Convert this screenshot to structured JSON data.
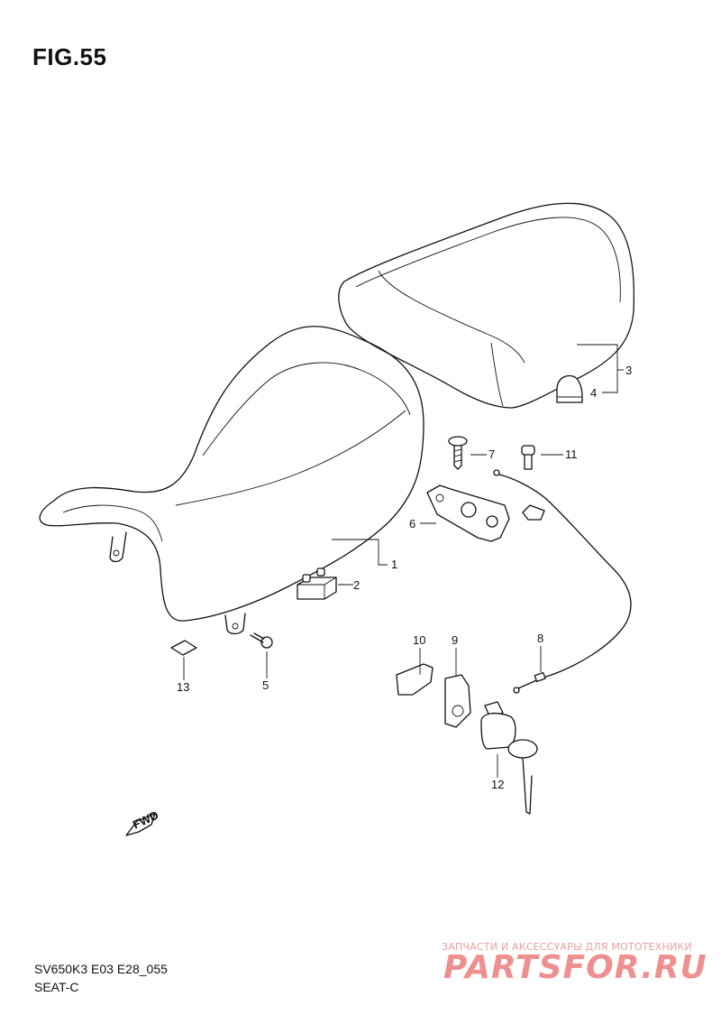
{
  "header": {
    "figure": "FIG.55"
  },
  "footer": {
    "model_code": "SV650K3 E03 E28_055",
    "section": "SEAT-C"
  },
  "watermark": {
    "tagline": "ЗАПЧАСТИ И АКСЕССУАРЫ ДЛЯ МОТОТЕХНИКИ",
    "logo": "PARTSFOR.RU",
    "color": "#ef9090"
  },
  "fwd_label": "FWD",
  "callouts": [
    {
      "id": "1",
      "label": "1"
    },
    {
      "id": "2",
      "label": "2"
    },
    {
      "id": "3",
      "label": "3"
    },
    {
      "id": "4",
      "label": "4"
    },
    {
      "id": "5",
      "label": "5"
    },
    {
      "id": "6",
      "label": "6"
    },
    {
      "id": "7",
      "label": "7"
    },
    {
      "id": "8",
      "label": "8"
    },
    {
      "id": "9",
      "label": "9"
    },
    {
      "id": "10",
      "label": "10"
    },
    {
      "id": "11",
      "label": "11"
    },
    {
      "id": "12",
      "label": "12"
    },
    {
      "id": "13",
      "label": "13"
    }
  ]
}
